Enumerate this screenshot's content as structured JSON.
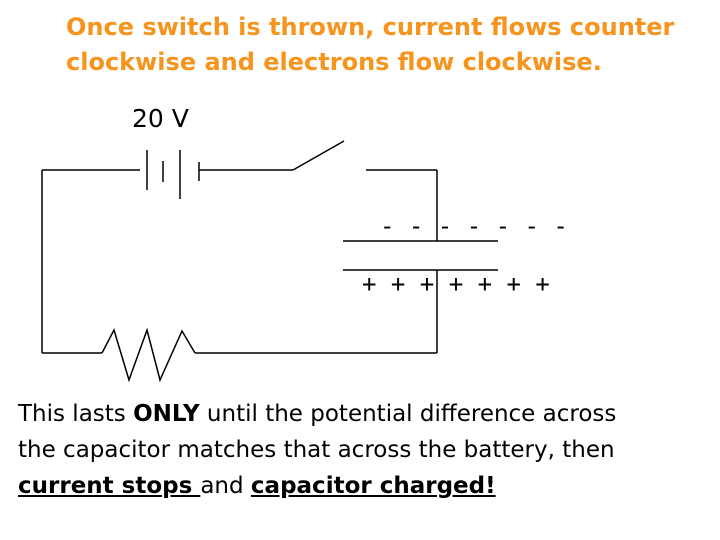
{
  "title": {
    "line1": "Once switch is thrown, current flows counter",
    "line2": "clockwise and electrons flow clockwise."
  },
  "battery": {
    "label": "20 V"
  },
  "capacitor": {
    "negative_plate": "- - - - - - -",
    "positive_plate": "+ + + + + + +"
  },
  "explanation": {
    "part1": "This lasts ",
    "only": "ONLY",
    "part2": " until the potential difference across",
    "line2": "the capacitor matches that across the battery, then",
    "current_stops": "current stops ",
    "and": "and ",
    "capacitor_charged": "capacitor charged!"
  },
  "colors": {
    "title": "#f7941d",
    "wire": "#000000"
  }
}
